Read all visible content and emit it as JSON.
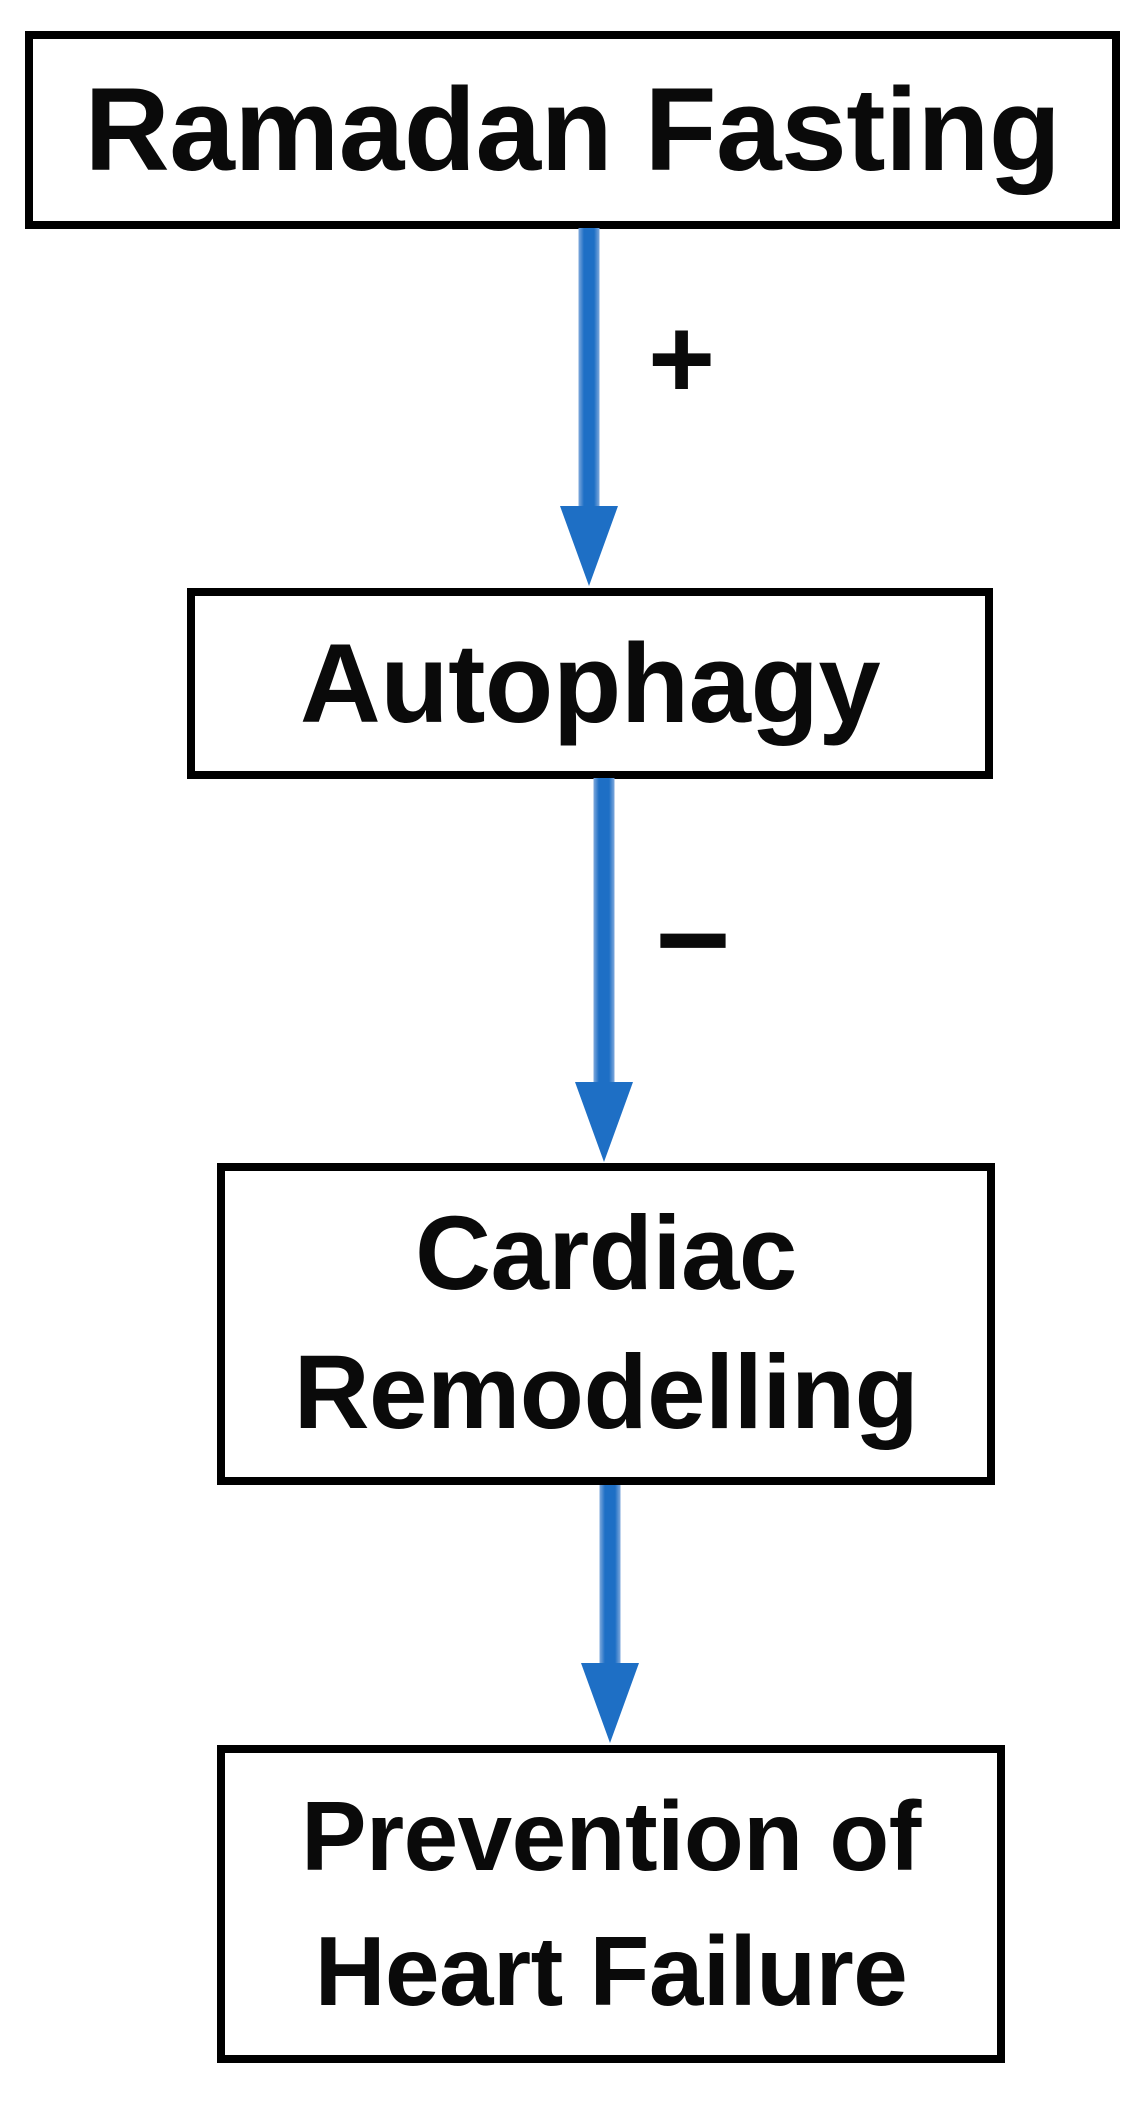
{
  "diagram": {
    "title": "Ramadan fasting, autophagy and heart failure flowchart",
    "nodes": [
      {
        "id": "ramadan-fasting",
        "label": "Ramadan Fasting",
        "lines": [
          "Ramadan Fasting"
        ]
      },
      {
        "id": "autophagy",
        "label": "Autophagy",
        "lines": [
          "Autophagy"
        ]
      },
      {
        "id": "cardiac-remodelling",
        "label": "Cardiac Remodelling",
        "lines": [
          "Cardiac",
          "Remodelling"
        ]
      },
      {
        "id": "prevention-heart-failure",
        "label": "Prevention of Heart Failure",
        "lines": [
          "Prevention of",
          "Heart Failure"
        ]
      }
    ],
    "edges": [
      {
        "from": "ramadan-fasting",
        "to": "autophagy",
        "sign": "+"
      },
      {
        "from": "autophagy",
        "to": "cardiac-remodelling",
        "sign": "−"
      },
      {
        "from": "cardiac-remodelling",
        "to": "prevention-heart-failure",
        "sign": ""
      }
    ],
    "colors": {
      "arrow": "#1E6FC5",
      "box_border": "#000000",
      "text": "#0a0a0a",
      "background": "#ffffff"
    }
  }
}
